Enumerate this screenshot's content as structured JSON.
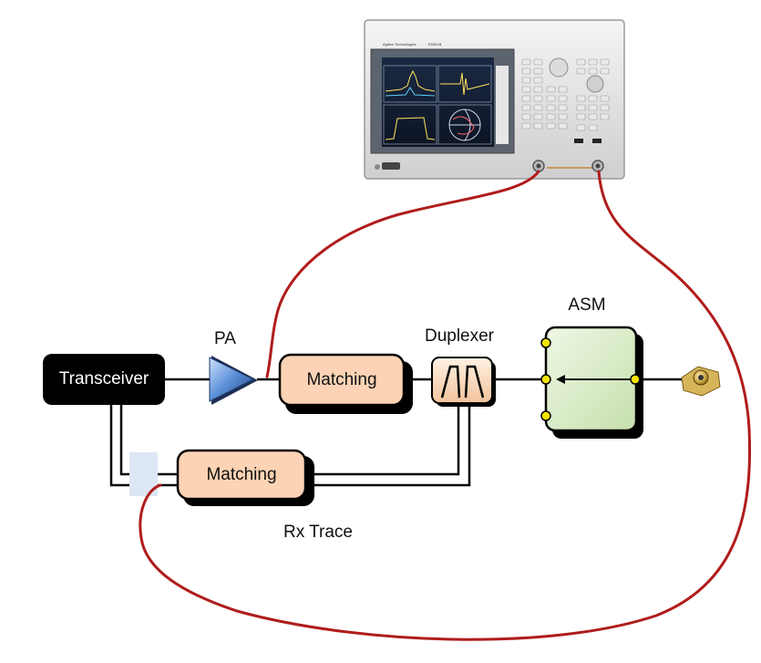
{
  "labels": {
    "transceiver": "Transceiver",
    "pa": "PA",
    "matching_tx": "Matching",
    "matching_rx": "Matching",
    "duplexer": "Duplexer",
    "asm": "ASM",
    "rx_trace": "Rx Trace"
  },
  "instrument": {
    "brand_text": "Agilent Technologies",
    "model_text": "E5061B"
  },
  "colors": {
    "cable": "#b01c1c",
    "matching_fill_top": "#ffe9d6",
    "matching_fill_bottom": "#f7b88c",
    "asm_fill": "#d9edc6",
    "pa_fill": "#5a8fd6",
    "port_dot": "#f4e400",
    "rx_probe": "#dde6f4"
  }
}
